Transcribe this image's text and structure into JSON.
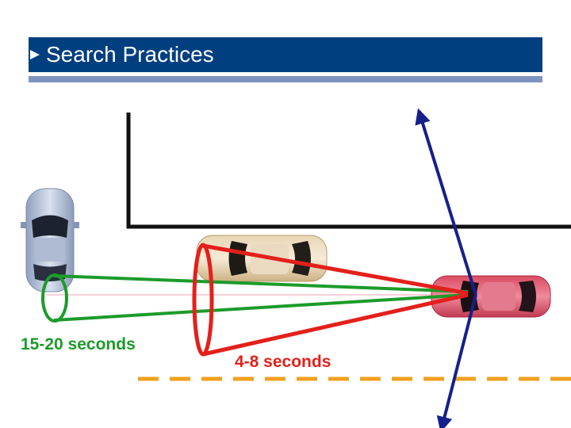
{
  "slide": {
    "title": "Search Practices"
  },
  "labels": {
    "far_zone": "15-20 seconds",
    "near_zone": "4-8 seconds"
  },
  "colors": {
    "title_bar": "#003F7F",
    "title_underline": "#7F93C1",
    "far_zone": "#1C9B2A",
    "near_zone": "#E3201B",
    "side_arrows": "#16208A",
    "lane_marking": "#F0A020",
    "curb": "#111111"
  }
}
